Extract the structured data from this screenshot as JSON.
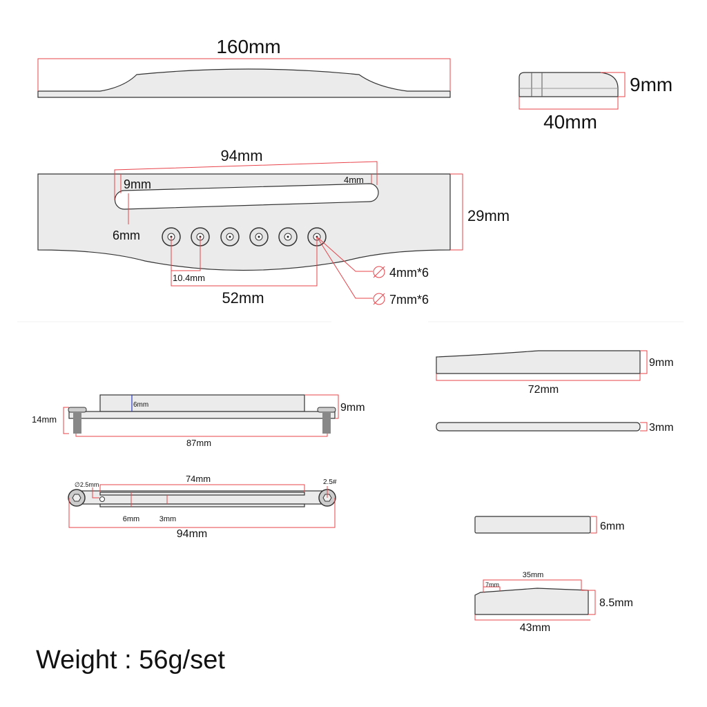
{
  "colors": {
    "dimension": "#e8434a",
    "part_fill": "#ebebeb",
    "outline": "#333333",
    "blue_dim": "#2a3cc8"
  },
  "top_profile": {
    "length": "160mm"
  },
  "saddle_small": {
    "height": "9mm",
    "width": "40mm"
  },
  "bridge_top": {
    "slot_length": "94mm",
    "slot_depth_left": "9mm",
    "slot_depth_right": "4mm",
    "slot_width": "6mm",
    "height": "29mm",
    "pin_spacing": "10.4mm",
    "pin_span": "52mm",
    "hole_inner": "4mm*6",
    "hole_outer": "7mm*6"
  },
  "saddle_side": {
    "height": "9mm",
    "length": "72mm"
  },
  "shim": {
    "height": "3mm"
  },
  "block": {
    "height": "6mm"
  },
  "nut": {
    "string_span": "35mm",
    "first_string": "7mm",
    "height": "8.5mm",
    "length": "43mm"
  },
  "pickup_side": {
    "inner": "6mm",
    "height": "9mm",
    "screw_length": "14mm",
    "screw_span": "87mm"
  },
  "pickup_top": {
    "slot_length": "74mm",
    "hole": "∅2.5mm",
    "hex": "2.5#",
    "width": "6mm",
    "slot_width": "3mm",
    "total": "94mm"
  },
  "weight": "Weight : 56g/set"
}
